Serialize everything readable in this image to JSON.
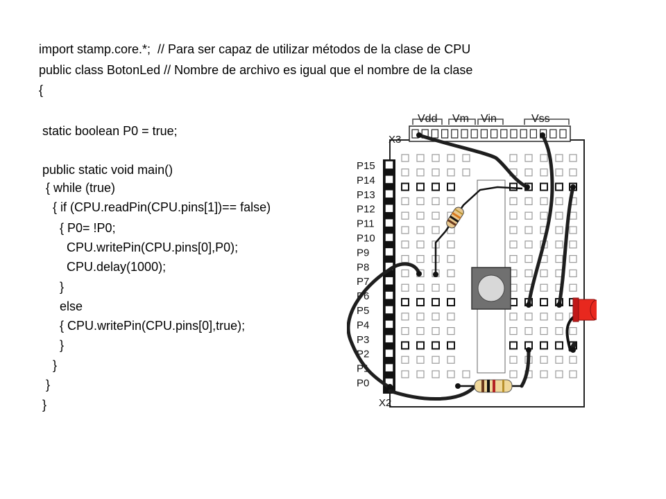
{
  "code": {
    "lines": [
      "import stamp.core.*;  // Para ser capaz de utilizar métodos de la clase de CPU",
      "public class BotonLed // Nombre de archivo es igual que el nombre de la clase",
      "{",
      "",
      " static boolean P0 = true;",
      "",
      " public static void main()",
      "  { while (true)",
      "    { if (CPU.readPin(CPU.pins[1])== false)",
      "      { P0= !P0;",
      "        CPU.writePin(CPU.pins[0],P0);",
      "        CPU.delay(1000);",
      "      }",
      "      else",
      "      { CPU.writePin(CPU.pins[0],true);",
      "      }",
      "    }",
      "  }",
      " }"
    ]
  },
  "board": {
    "header_top_labels": [
      "Vdd",
      "Vm",
      "Vin",
      "Vss"
    ],
    "connector_top": "X3",
    "connector_bottom": "X2",
    "pin_labels": [
      "P15",
      "P14",
      "P13",
      "P12",
      "P11",
      "P10",
      "P9",
      "P8",
      "P7",
      "P6",
      "P5",
      "P4",
      "P3",
      "P2",
      "P1",
      "P0"
    ],
    "led_color": "#e8281e",
    "wire_color": "#1e1e1e"
  }
}
